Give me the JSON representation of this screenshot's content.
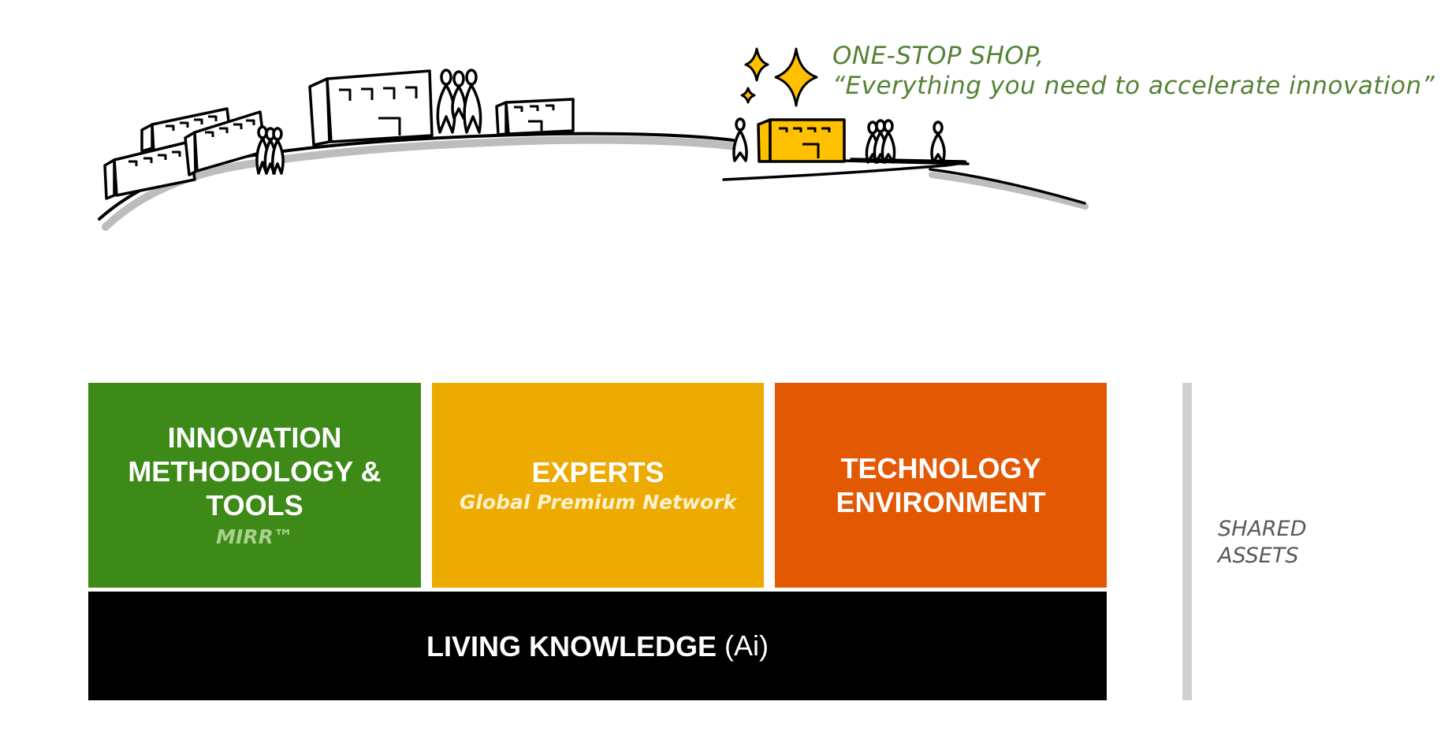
{
  "tagline": {
    "line1": "ONE-STOP SHOP,",
    "line2": "“Everything you need to accelerate innovation”"
  },
  "blocks": {
    "methodology": {
      "title": "INNOVATION\nMETHODOLOGY &\nTOOLS",
      "subtitle": "MIRR™",
      "color": "#3e8a19"
    },
    "experts": {
      "title": "EXPERTS",
      "subtitle": "Global Premium Network",
      "color": "#edaa00"
    },
    "technology": {
      "title": "TECHNOLOGY\nENVIRONMENT",
      "color": "#e35803"
    },
    "knowledge": {
      "title": "LIVING KNOWLEDGE",
      "suffix": "(Ai)",
      "color": "#000000"
    }
  },
  "shared_assets": {
    "line1": "SHARED",
    "line2": "ASSETS"
  },
  "illustration": {
    "icons": [
      "buildings-icon",
      "people-group-icon",
      "sparkle-stars-icon",
      "highlighted-shop-building-icon",
      "ground-curve"
    ],
    "accent_color": "#ffc000",
    "text_color": "#548235"
  }
}
